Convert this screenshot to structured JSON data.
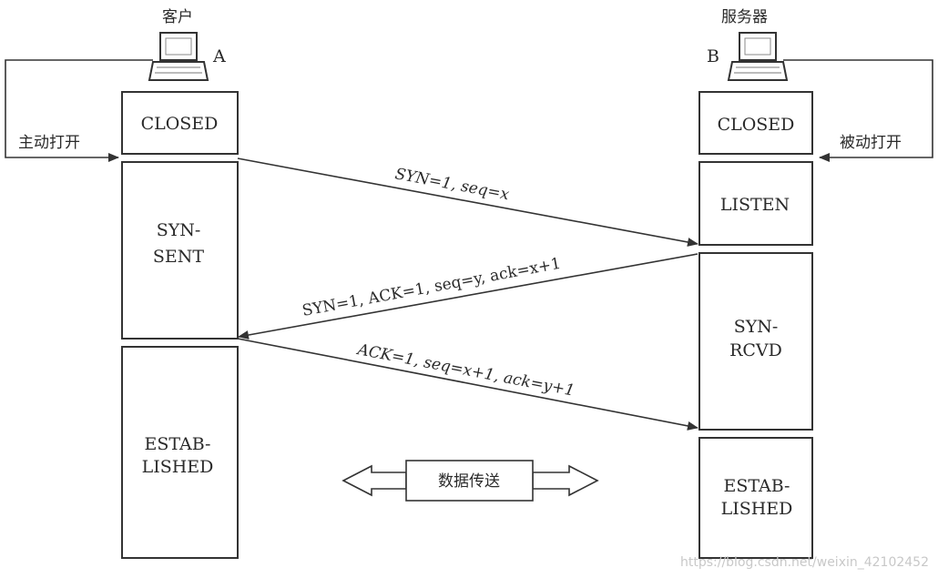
{
  "client": {
    "title": "客户",
    "letter": "A",
    "open_label": "主动打开",
    "states": {
      "closed": "CLOSED",
      "syn_sent_1": "SYN-",
      "syn_sent_2": "SENT",
      "established_1": "ESTAB-",
      "established_2": "LISHED"
    }
  },
  "server": {
    "title": "服务器",
    "letter": "B",
    "open_label": "被动打开",
    "states": {
      "closed": "CLOSED",
      "listen": "LISTEN",
      "syn_rcvd_1": "SYN-",
      "syn_rcvd_2": "RCVD",
      "established_1": "ESTAB-",
      "established_2": "LISHED"
    }
  },
  "messages": {
    "syn": "SYN=1, seq=x",
    "syn_ack": "SYN=1, ACK=1, seq=y, ack=x+1",
    "ack": "ACK=1, seq=x+1, ack=y+1"
  },
  "data_transfer": "数据传送",
  "watermark": "https://blog.csdn.net/weixin_42102452",
  "colors": {
    "line": "#333333",
    "box_fill": "#ffffff",
    "watermark": "#c8c8c8"
  }
}
